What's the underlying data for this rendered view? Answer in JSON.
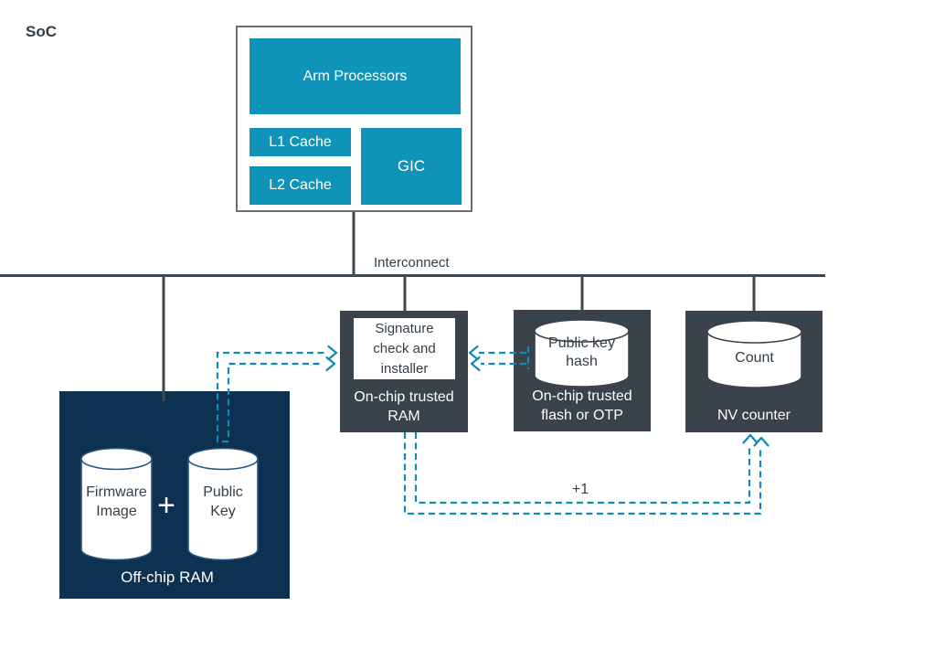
{
  "labels": {
    "soc": "SoC",
    "interconnect": "Interconnect",
    "plus_one": "+1"
  },
  "cpu_cluster": {
    "processors": "Arm Processors",
    "l1": "L1 Cache",
    "l2": "L2 Cache",
    "gic": "GIC"
  },
  "trusted_ram": {
    "signature": "Signature\ncheck and\ninstaller",
    "title": "On-chip trusted\nRAM"
  },
  "trusted_flash": {
    "cylinder": "Public key\nhash",
    "title": "On-chip trusted\nflash or OTP"
  },
  "nv_counter": {
    "cylinder": "Count",
    "title": "NV counter"
  },
  "off_chip_ram": {
    "firmware": "Firmware\nImage",
    "plus": "+",
    "public_key": "Public\nKey",
    "title": "Off-chip RAM"
  },
  "icons": {
    "firmware_image": "storage-cylinder",
    "public_key": "storage-cylinder",
    "public_key_hash": "storage-cylinder",
    "count": "storage-cylinder"
  },
  "colors": {
    "teal": "#0f93b8",
    "slate": "#3a424b",
    "navy": "#0d3150",
    "bus": "#3f474f",
    "arrow": "#0e8bb2",
    "text_dark": "#333e48",
    "border_gray": "#686f75"
  }
}
